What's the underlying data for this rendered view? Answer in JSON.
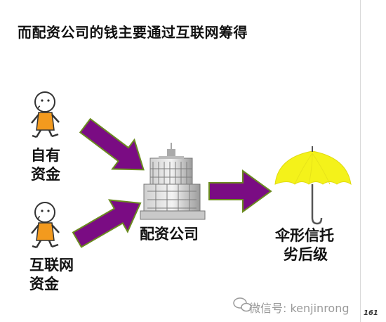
{
  "title": "而配资公司的钱主要通过互联网筹得",
  "nodes": {
    "own_funds": [
      "自有",
      "资金"
    ],
    "internet_funds": [
      "互联网",
      "资金"
    ],
    "company": "配资公司",
    "trust": [
      "伞形信托",
      "劣后级"
    ]
  },
  "watermark": "微信号: kenjinrong",
  "page_number": "161",
  "colors": {
    "arrow_fill": "#7a0c83",
    "arrow_stroke": "#6b8b1f",
    "umbrella": "#f4f21a",
    "person_body": "#f39a1e"
  },
  "icons": [
    "stick-figure",
    "office-building",
    "umbrella",
    "wechat-logo"
  ]
}
